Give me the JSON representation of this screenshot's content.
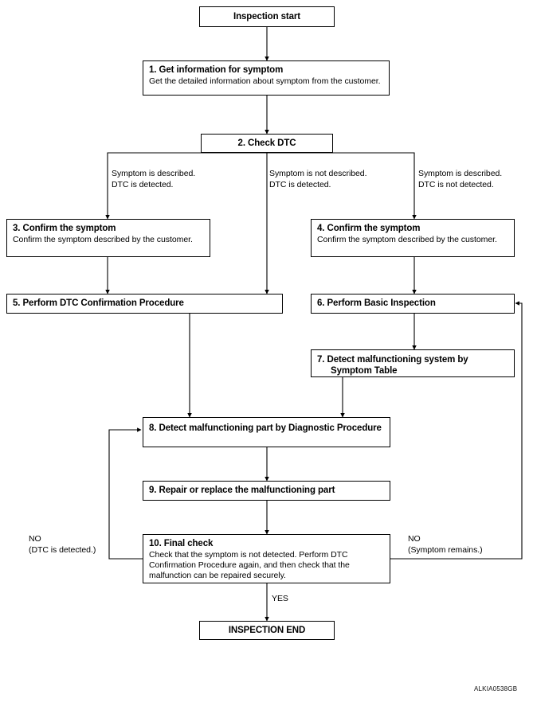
{
  "diagram": {
    "type": "flowchart",
    "caption": "ALKIA0538GB",
    "nodes": [
      {
        "id": "start",
        "title": "Inspection start",
        "body": ""
      },
      {
        "id": "step1",
        "title": "1. Get information for symptom",
        "body": "Get the detailed information about symptom from the customer."
      },
      {
        "id": "step2",
        "title": "2. Check DTC",
        "body": ""
      },
      {
        "id": "step3",
        "title": "3. Confirm the symptom",
        "body": "Confirm the symptom described by the customer."
      },
      {
        "id": "step4",
        "title": "4. Confirm the symptom",
        "body": "Confirm the symptom described by the customer."
      },
      {
        "id": "step5",
        "title": "5. Perform DTC Confirmation Procedure",
        "body": ""
      },
      {
        "id": "step6",
        "title": "6. Perform Basic Inspection",
        "body": ""
      },
      {
        "id": "step7",
        "title": "7. Detect malfunctioning system by Symptom Table",
        "body": ""
      },
      {
        "id": "step8",
        "title": "8. Detect malfunctioning part by Diagnostic Procedure",
        "body": ""
      },
      {
        "id": "step9",
        "title": "9. Repair or replace the malfunctioning part",
        "body": ""
      },
      {
        "id": "step10",
        "title": "10. Final check",
        "body": "Check that the symptom is not detected.\nPerform DTC Confirmation Procedure again, and then check that the malfunction can be repaired securely."
      },
      {
        "id": "end",
        "title": "INSPECTION END",
        "body": ""
      }
    ],
    "edge_labels": [
      {
        "id": "branch-left",
        "text": "Symptom is described.\nDTC is detected."
      },
      {
        "id": "branch-center",
        "text": "Symptom is not described.\nDTC is detected."
      },
      {
        "id": "branch-right",
        "text": "Symptom is described.\nDTC is not detected."
      },
      {
        "id": "loop-left",
        "text": "NO\n(DTC is detected.)"
      },
      {
        "id": "loop-right",
        "text": "NO\n(Symptom remains.)"
      },
      {
        "id": "yes",
        "text": "YES"
      }
    ]
  }
}
